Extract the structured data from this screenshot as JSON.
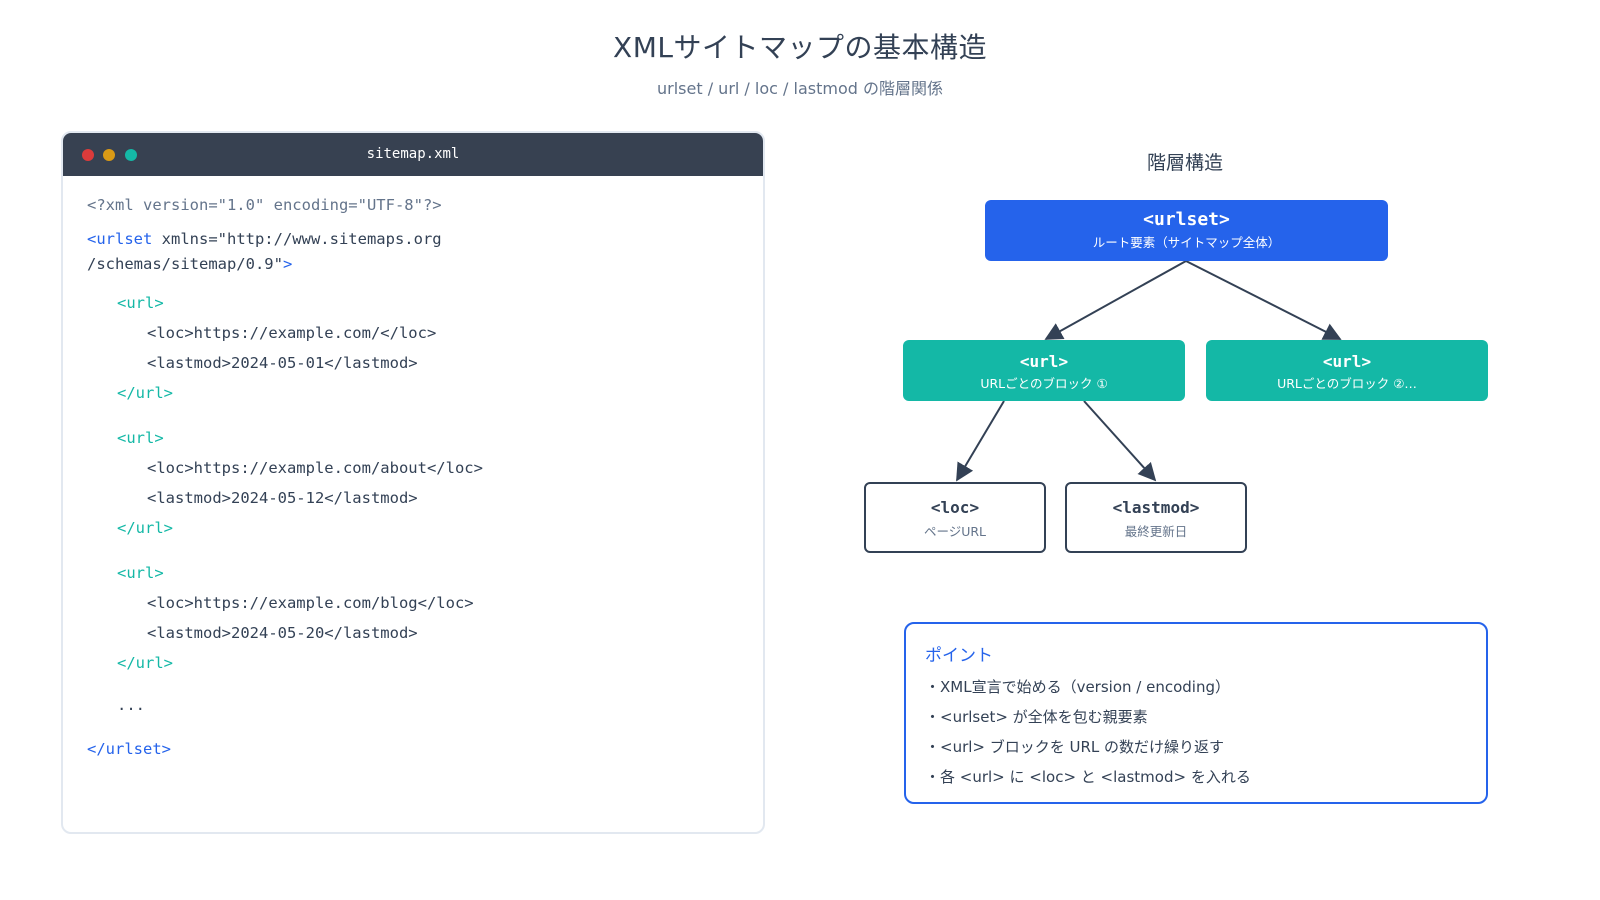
{
  "header": {
    "title": "XMLサイトマップの基本構造",
    "subtitle": "urlset / url / loc / lastmod の階層関係"
  },
  "code_window": {
    "filename": "sitemap.xml",
    "lines": {
      "decl": "<?xml version=\"1.0\" encoding=\"UTF-8\"?>",
      "urlset_open_tag": "<urlset",
      "urlset_attr": " xmlns=\"http://www.sitemaps.org",
      "urlset_attr_cont": "/schemas/sitemap/0.9\"",
      "urlset_open_close": ">",
      "url_open": "<url>",
      "url_close": "</url>",
      "loc_1": "<loc>https://example.com/</loc>",
      "lastmod_1": "<lastmod>2024-05-01</lastmod>",
      "loc_2": "<loc>https://example.com/about</loc>",
      "lastmod_2": "<lastmod>2024-05-12</lastmod>",
      "loc_3": "<loc>https://example.com/blog</loc>",
      "lastmod_3": "<lastmod>2024-05-20</lastmod>",
      "ellipsis": "...",
      "urlset_close": "</urlset>"
    }
  },
  "tree": {
    "heading": "階層構造",
    "root": {
      "label": "<urlset>",
      "desc": "ルート要素（サイトマップ全体）"
    },
    "url1": {
      "label": "<url>",
      "desc": "URLごとのブロック ①"
    },
    "url2": {
      "label": "<url>",
      "desc": "URLごとのブロック ②…"
    },
    "loc": {
      "label": "<loc>",
      "desc": "ページURL"
    },
    "lastmod": {
      "label": "<lastmod>",
      "desc": "最終更新日"
    }
  },
  "points": {
    "title": "ポイント",
    "items": [
      "・XML宣言で始める（version / encoding）",
      "・<urlset> が全体を包む親要素",
      "・<url> ブロックを URL の数だけ繰り返す",
      "・各 <url> に <loc> と <lastmod> を入れる"
    ]
  },
  "colors": {
    "root": "#2563eb",
    "url": "#14b8a6",
    "text": "#334155",
    "titlebar": "#374151"
  }
}
